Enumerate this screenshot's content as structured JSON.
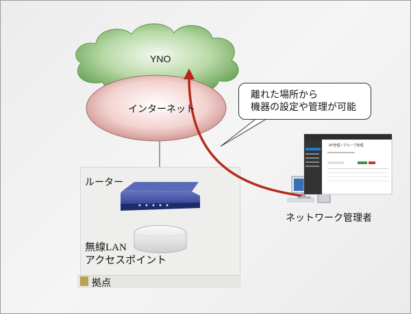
{
  "diagram": {
    "cloud_label": "YNO",
    "internet_label": "インターネット",
    "callout_line1": "離れた場所から",
    "callout_line2": "機器の設定や管理が可能",
    "router_label": "ルーター",
    "ap_label_line1": "無線LAN",
    "ap_label_line2": "アクセスポイント",
    "site_label": "拠点",
    "admin_label": "ネットワーク管理者"
  },
  "screen_mock": {
    "title": "AP管理 / グループ管理"
  },
  "colors": {
    "cloud": "#7fb36a",
    "internet": "#e8b8b4",
    "arrow": "#b42a1a",
    "router": "#2e3f8a",
    "site_mark": "#b8a24e"
  }
}
